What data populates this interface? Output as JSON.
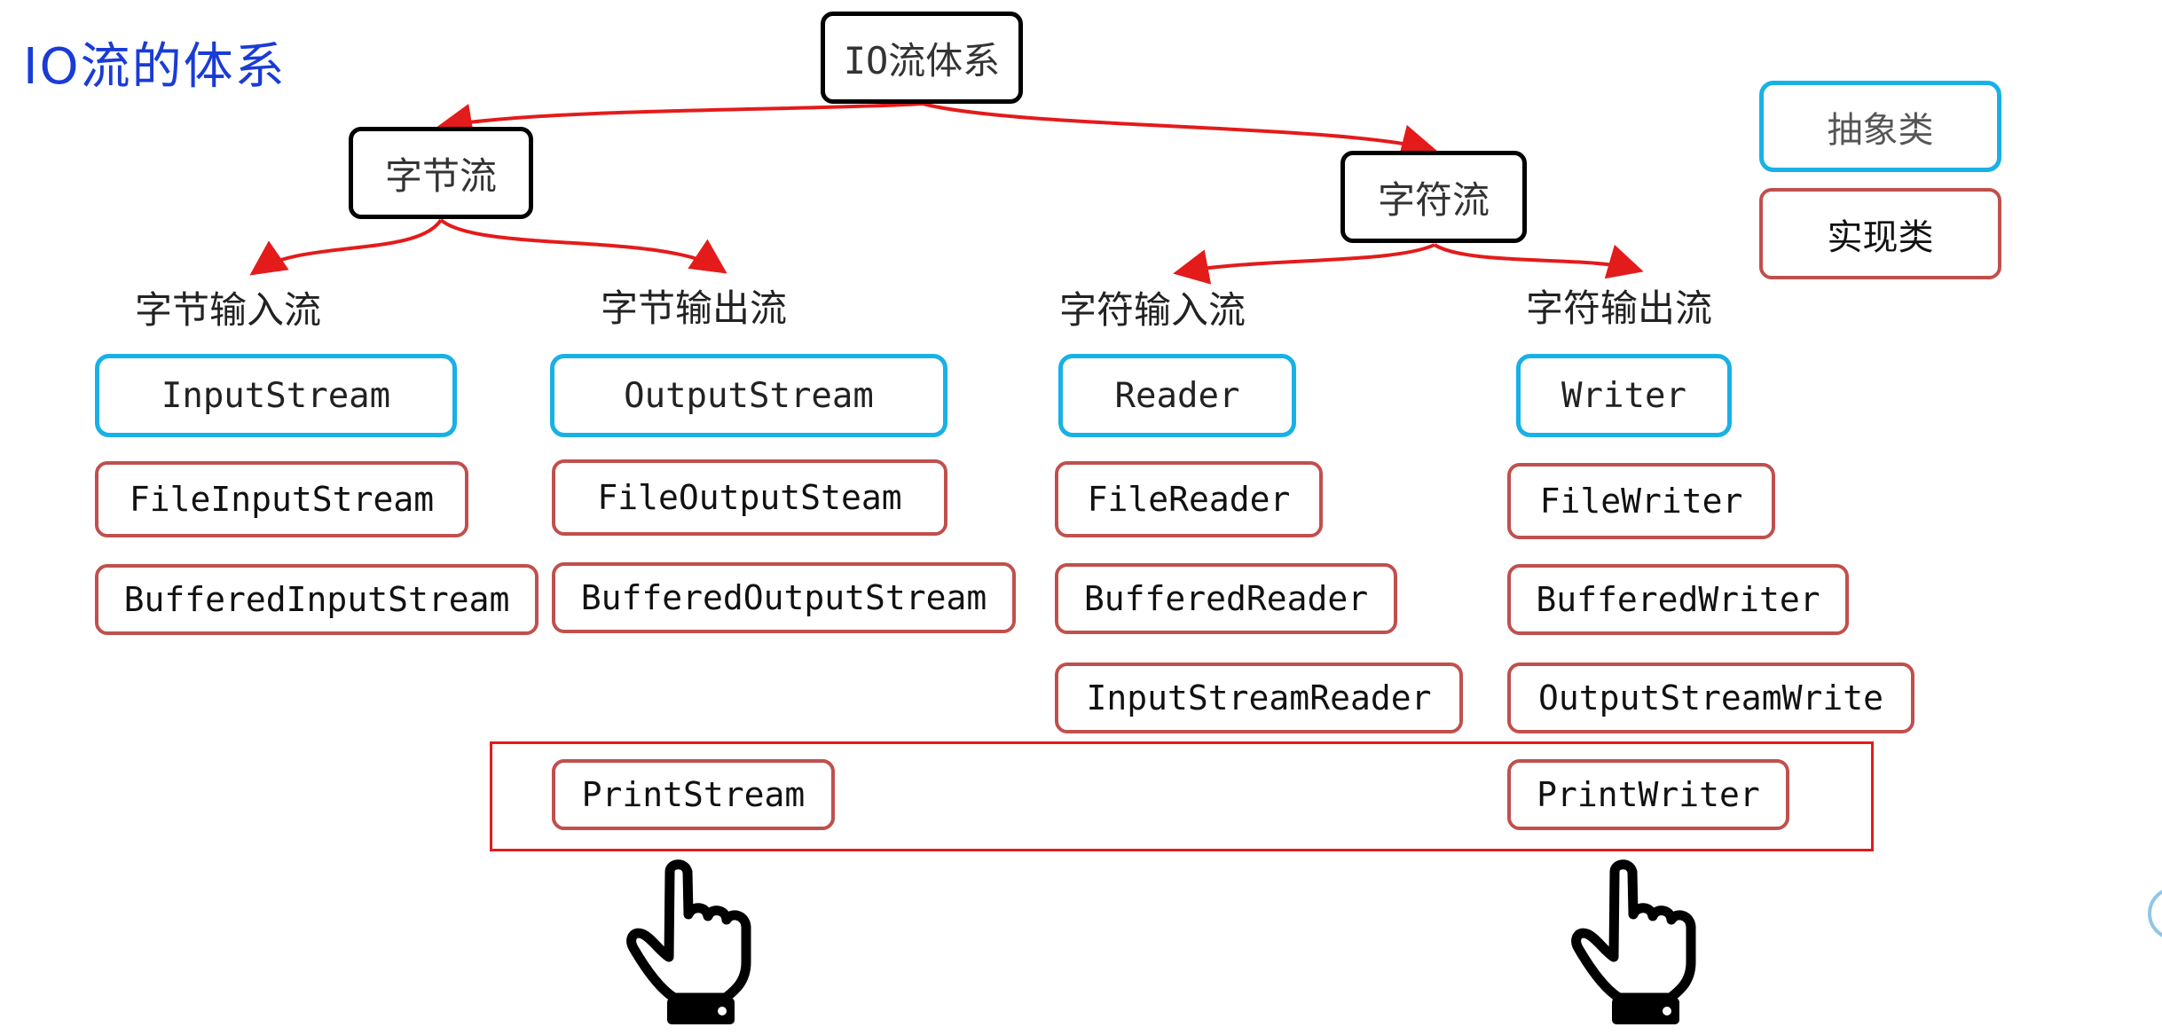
{
  "title": "IO流的体系",
  "root": "IO流体系",
  "byte_stream": "字节流",
  "char_stream": "字符流",
  "legend": {
    "abstract": "抽象类",
    "impl": "实现类",
    "abstract_color": "#18b1e6",
    "impl_color": "#c0504d"
  },
  "groups": {
    "byte_input": {
      "label": "字节输入流",
      "abstract": "InputStream",
      "impl": [
        "FileInputStream",
        "BufferedInputStream"
      ]
    },
    "byte_output": {
      "label": "字节输出流",
      "abstract": "OutputStream",
      "impl": [
        "FileOutputSteam",
        "BufferedOutputStream",
        "PrintStream"
      ]
    },
    "char_input": {
      "label": "字符输入流",
      "abstract": "Reader",
      "impl": [
        "FileReader",
        "BufferedReader",
        "InputStreamReader"
      ]
    },
    "char_output": {
      "label": "字符输出流",
      "abstract": "Writer",
      "impl": [
        "FileWriter",
        "BufferedWriter",
        "OutputStreamWrite",
        "PrintWriter"
      ]
    }
  },
  "colors": {
    "arrow": "#e41b1b",
    "title": "#1a3bd6",
    "highlight": "#e41b1b"
  },
  "icons": [
    "pointing-hand-icon",
    "pointing-hand-icon"
  ]
}
